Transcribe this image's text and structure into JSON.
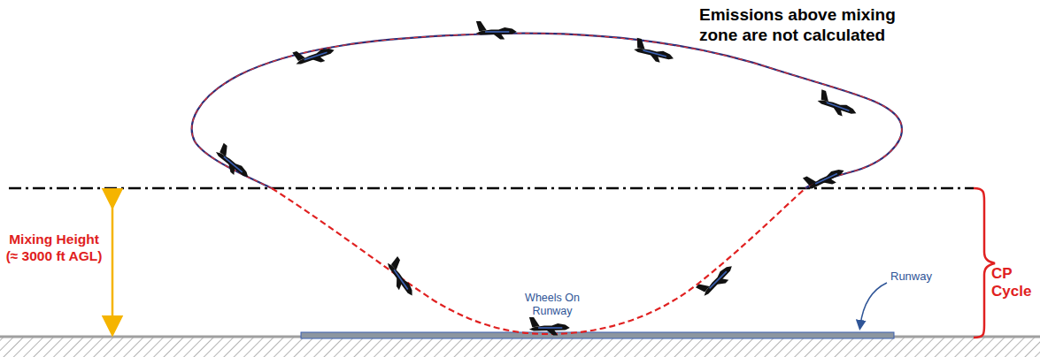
{
  "diagram": {
    "labels": [
      "Emissions above mixing zone are not calculated",
      "Mixing Height (≈ 3000 ft AGL)",
      "CP Cycle",
      "Wheels On Runway",
      "Runway"
    ]
  }
}
